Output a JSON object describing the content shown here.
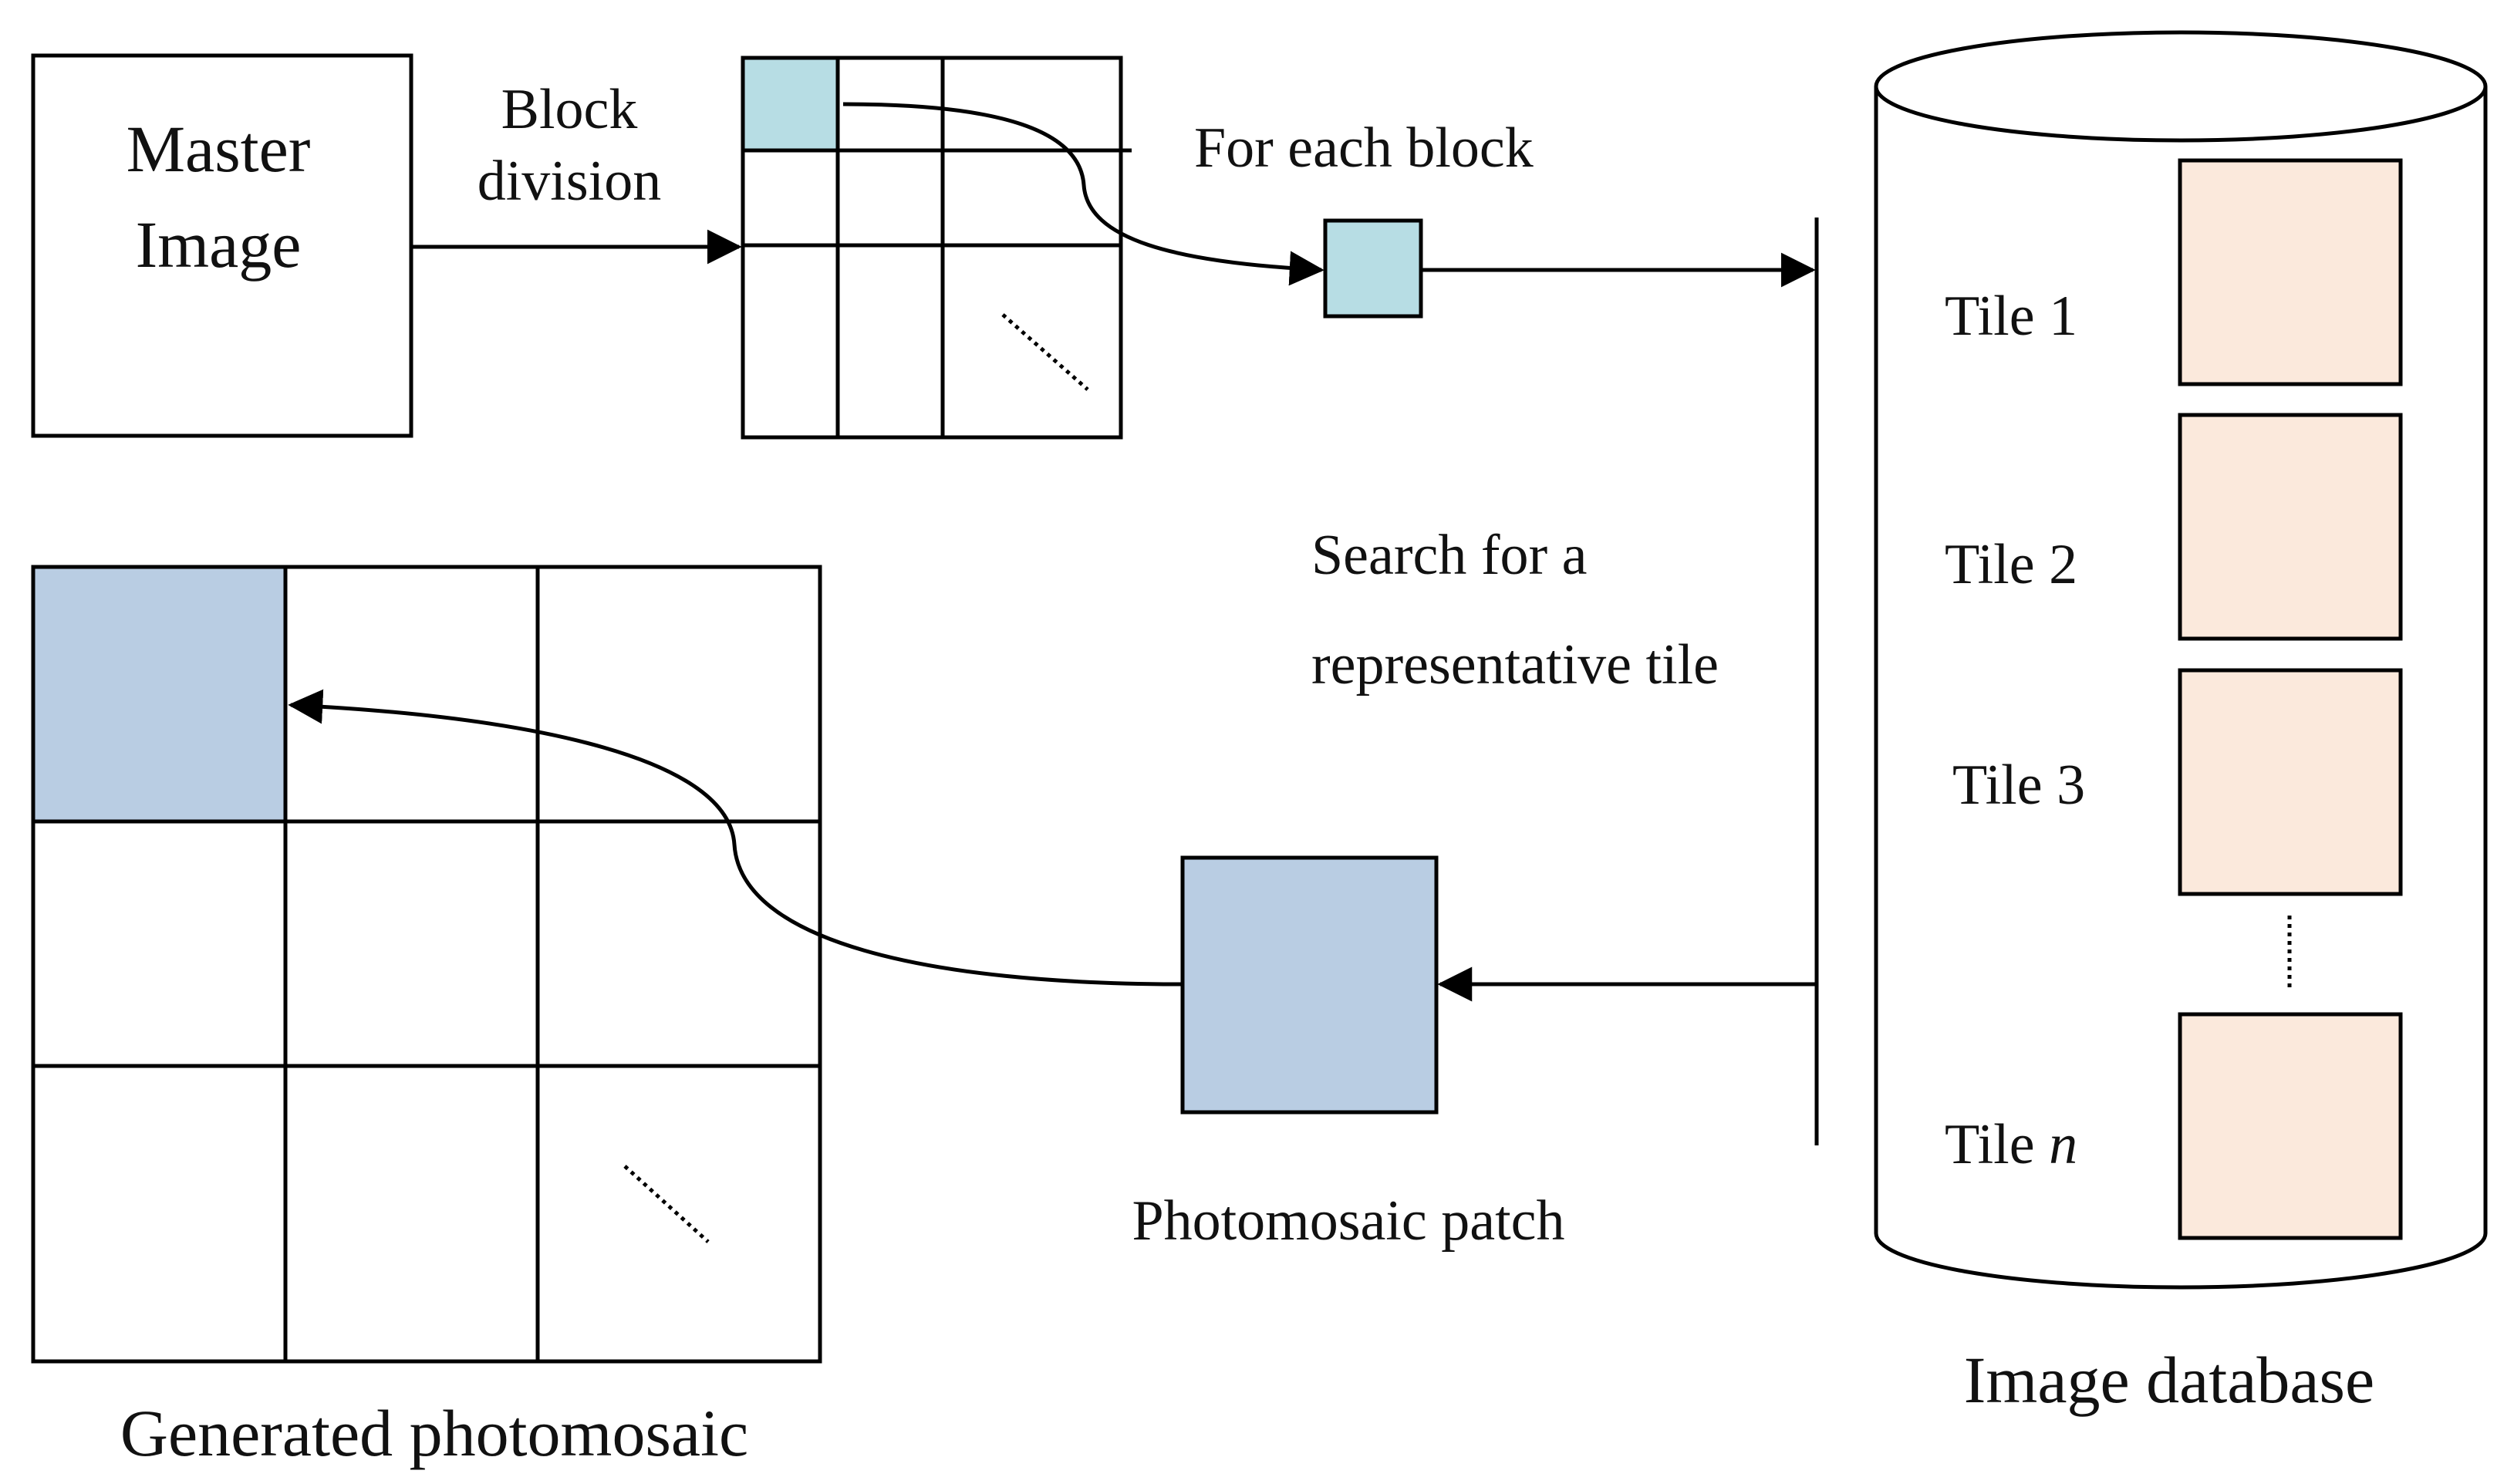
{
  "labels": {
    "master_image_line1": "Master",
    "master_image_line2": "Image",
    "block_division_line1": "Block",
    "block_division_line2": "division",
    "for_each_block": "For each block",
    "search_line1": "Search for a",
    "search_line2": "representative tile",
    "photomosaic_patch": "Photomosaic patch",
    "generated_photomosaic": "Generated photomosaic",
    "image_database": "Image database"
  },
  "tiles": [
    {
      "prefix": "Tile ",
      "suffix": "1"
    },
    {
      "prefix": "Tile ",
      "suffix": "2"
    },
    {
      "prefix": "Tile ",
      "suffix": "3"
    },
    {
      "prefix": "Tile ",
      "suffix": "n"
    }
  ],
  "colors": {
    "block_highlight": "#b7dde4",
    "patch_fill": "#b9cde3",
    "tile_fill": "#fbe9dc",
    "line": "#000000"
  }
}
